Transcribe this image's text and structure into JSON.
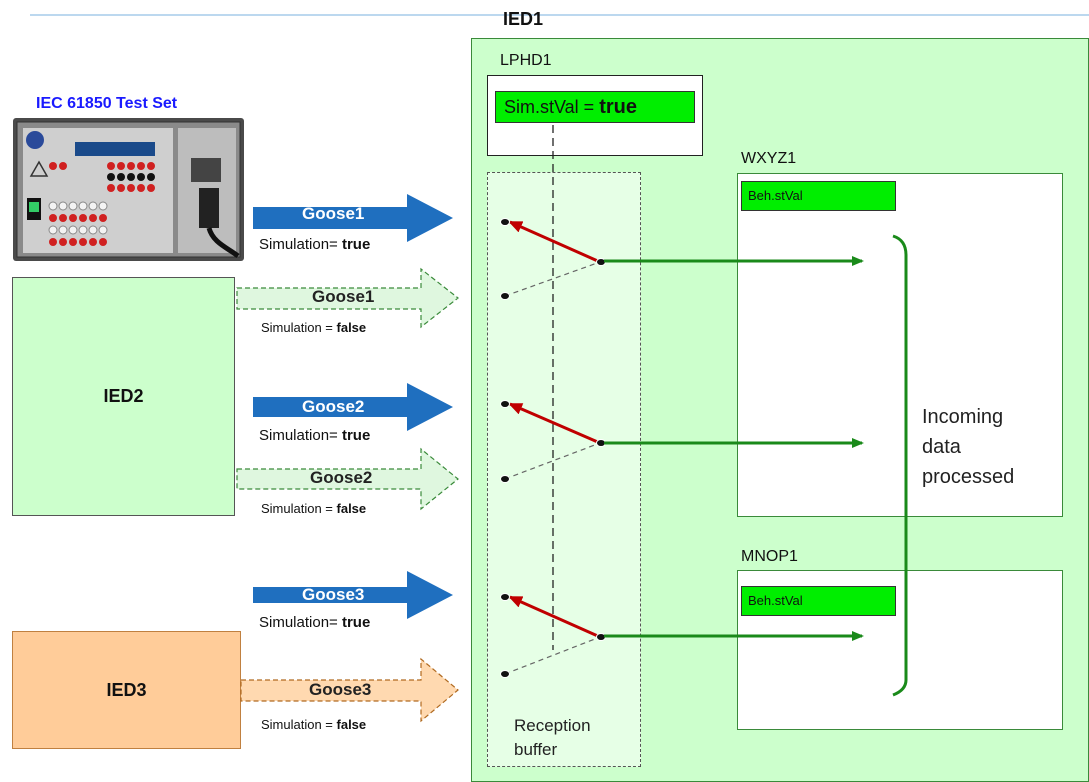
{
  "ied1": {
    "title": "IED1"
  },
  "lphd": {
    "label": "LPHD1",
    "sim_prefix": "Sim.stVal = ",
    "sim_value": "true"
  },
  "test_set": {
    "title": "IEC 61850 Test Set"
  },
  "ied2": {
    "label": "IED2"
  },
  "ied3": {
    "label": "IED3"
  },
  "logical_nodes": [
    {
      "label": "WXYZ1",
      "beh": "Beh.stVal"
    },
    {
      "label": "MNOP1",
      "beh": "Beh.stVal"
    }
  ],
  "reception_buffer": {
    "line1": "Reception",
    "line2": "buffer"
  },
  "incoming": {
    "line1": "Incoming",
    "line2": "data",
    "line3": "processed"
  },
  "arrows": [
    {
      "label": "Goose1",
      "sim_prefix": "Simulation= ",
      "sim_value": "true",
      "style": "solid-blue"
    },
    {
      "label": "Goose1",
      "sim_prefix": "Simulation = ",
      "sim_value": "false",
      "style": "dashed-green"
    },
    {
      "label": "Goose2",
      "sim_prefix": "Simulation= ",
      "sim_value": "true",
      "style": "solid-blue"
    },
    {
      "label": "Goose2",
      "sim_prefix": "Simulation = ",
      "sim_value": "false",
      "style": "dashed-green"
    },
    {
      "label": "Goose3",
      "sim_prefix": "Simulation= ",
      "sim_value": "true",
      "style": "solid-blue"
    },
    {
      "label": "Goose3",
      "sim_prefix": "Simulation = ",
      "sim_value": "false",
      "style": "dashed-orange"
    }
  ],
  "colors": {
    "ied1_bg": "#ccffcc",
    "status_green": "#00ee00",
    "goose_sim_blue": "#1f6fbf",
    "flow_green": "#1a8a1a",
    "reject_red": "#c00000",
    "ied3_orange": "#ffcc99",
    "test_set_title": "#1a1aff"
  }
}
